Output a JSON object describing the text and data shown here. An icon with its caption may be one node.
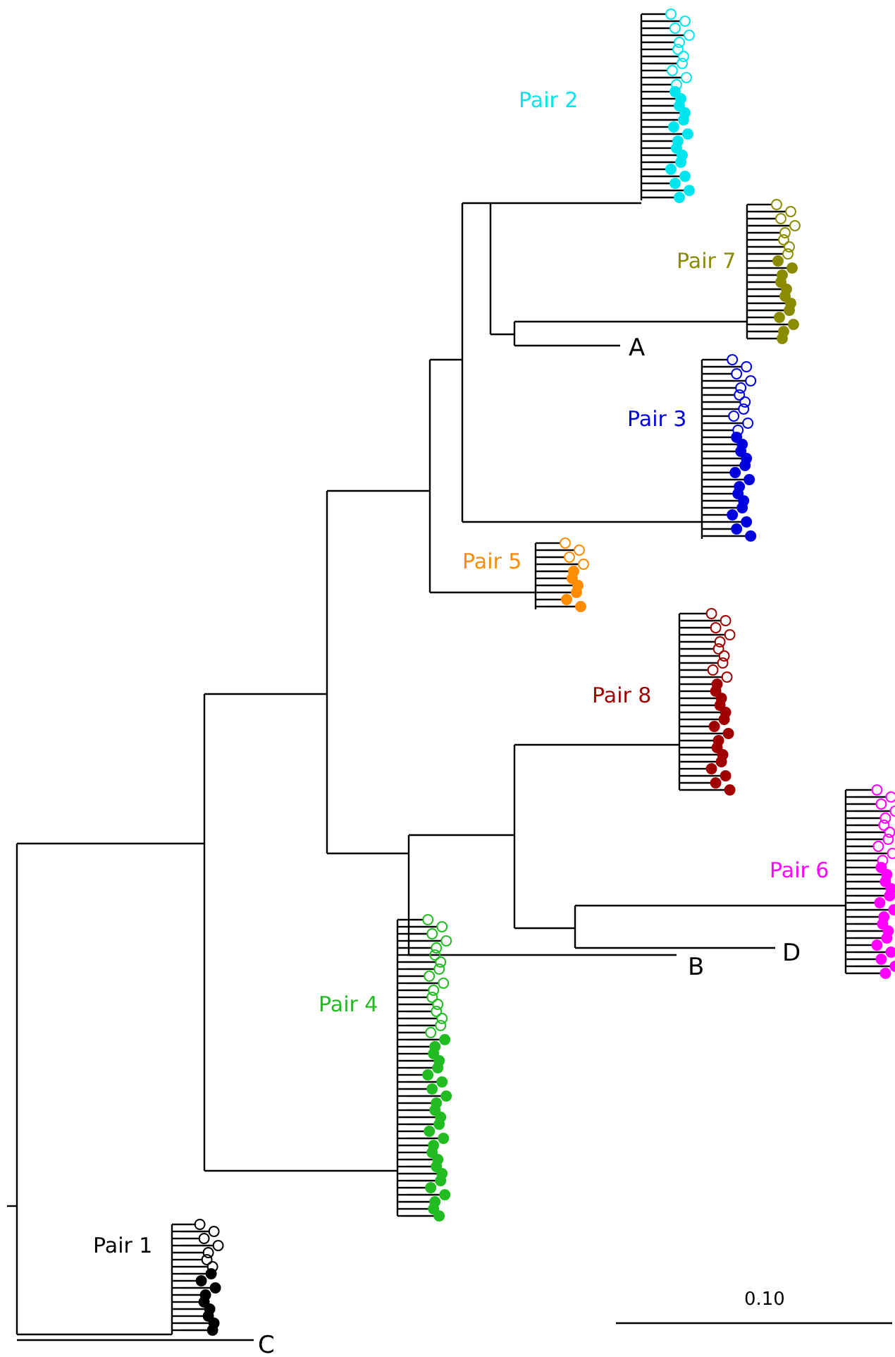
{
  "diagram": {
    "labels": [
      "Pair 2",
      "Pair 7",
      "A",
      "Pair 3",
      "Pair 5",
      "Pair 8",
      "Pair 6",
      "B",
      "D",
      "Pair 4",
      "Pair 1",
      "C",
      "0.10"
    ]
  }
}
